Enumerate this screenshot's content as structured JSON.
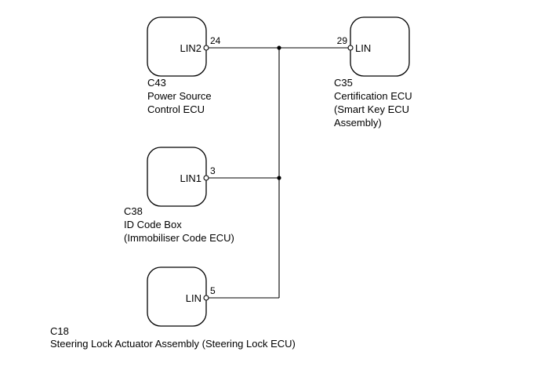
{
  "components": [
    {
      "id": "c43",
      "code": "C43",
      "name_lines": [
        "Power Source",
        "Control ECU"
      ],
      "pin_label": "LIN2",
      "pin_number": "24"
    },
    {
      "id": "c35",
      "code": "C35",
      "name_lines": [
        "Certification ECU",
        "(Smart Key ECU",
        "Assembly)"
      ],
      "pin_label": "LIN",
      "pin_number": "29"
    },
    {
      "id": "c38",
      "code": "C38",
      "name_lines": [
        "ID Code Box",
        "(Immobiliser Code ECU)"
      ],
      "pin_label": "LIN1",
      "pin_number": "3"
    },
    {
      "id": "c18",
      "code": "C18",
      "name_lines": [
        "Steering Lock Actuator Assembly (Steering Lock ECU)"
      ],
      "pin_label": "LIN",
      "pin_number": "5"
    }
  ],
  "colors": {
    "line": "#000000",
    "background": "#ffffff"
  }
}
